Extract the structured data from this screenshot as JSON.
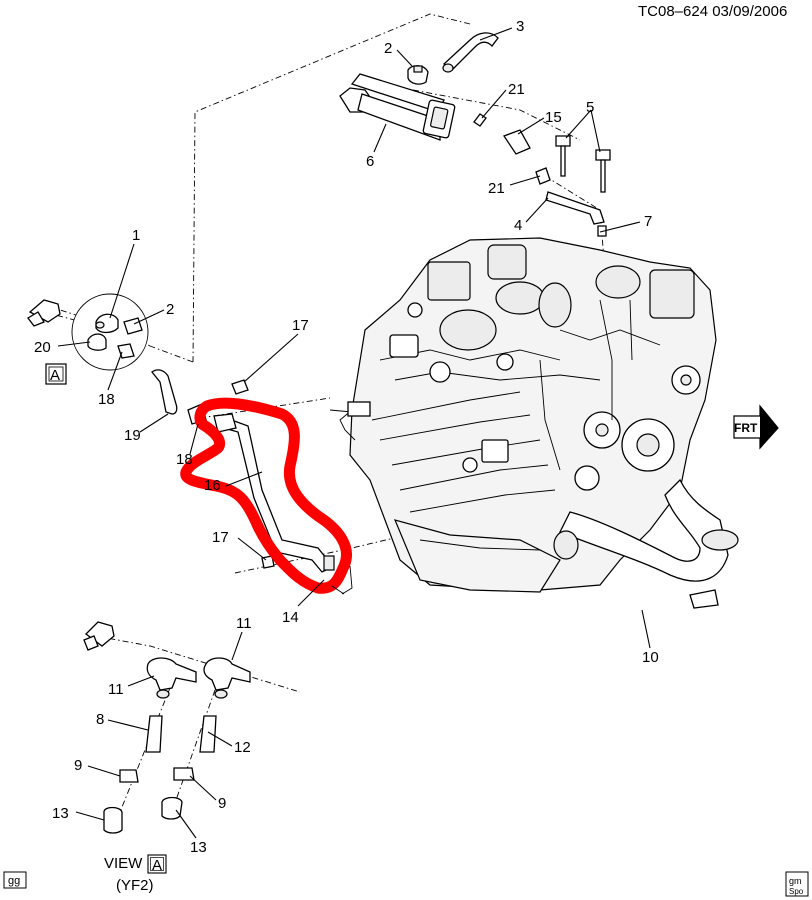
{
  "header": {
    "code": "TC08–624 03/09/2006"
  },
  "callouts": [
    {
      "id": "c3",
      "text": "3"
    },
    {
      "id": "c2a",
      "text": "2"
    },
    {
      "id": "c21a",
      "text": "21"
    },
    {
      "id": "c5",
      "text": "5"
    },
    {
      "id": "c15",
      "text": "15"
    },
    {
      "id": "c6",
      "text": "6"
    },
    {
      "id": "c21b",
      "text": "21"
    },
    {
      "id": "c4",
      "text": "4"
    },
    {
      "id": "c7",
      "text": "7"
    },
    {
      "id": "c1",
      "text": "1"
    },
    {
      "id": "c2b",
      "text": "2"
    },
    {
      "id": "c20",
      "text": "20"
    },
    {
      "id": "c18a",
      "text": "18"
    },
    {
      "id": "c17a",
      "text": "17"
    },
    {
      "id": "c19",
      "text": "19"
    },
    {
      "id": "c18b",
      "text": "18"
    },
    {
      "id": "c16",
      "text": "16"
    },
    {
      "id": "c17b",
      "text": "17"
    },
    {
      "id": "c14",
      "text": "14"
    },
    {
      "id": "c10",
      "text": "10"
    },
    {
      "id": "c11a",
      "text": "11"
    },
    {
      "id": "c11b",
      "text": "11"
    },
    {
      "id": "c8",
      "text": "8"
    },
    {
      "id": "c12",
      "text": "12"
    },
    {
      "id": "c9a",
      "text": "9"
    },
    {
      "id": "c9b",
      "text": "9"
    },
    {
      "id": "c13a",
      "text": "13"
    },
    {
      "id": "c13b",
      "text": "13"
    }
  ],
  "view_marker": {
    "letter": "A"
  },
  "view_label": {
    "text": "VIEW",
    "letter": "A",
    "sub": "(YF2)"
  },
  "front_arrow": {
    "text": "FRT"
  },
  "corner_left": {
    "text": "gg"
  },
  "corner_right": {
    "line1": "gm",
    "line2": "Spo"
  },
  "colors": {
    "highlight": "#ff0000",
    "ink": "#000000",
    "paper": "#ffffff"
  }
}
